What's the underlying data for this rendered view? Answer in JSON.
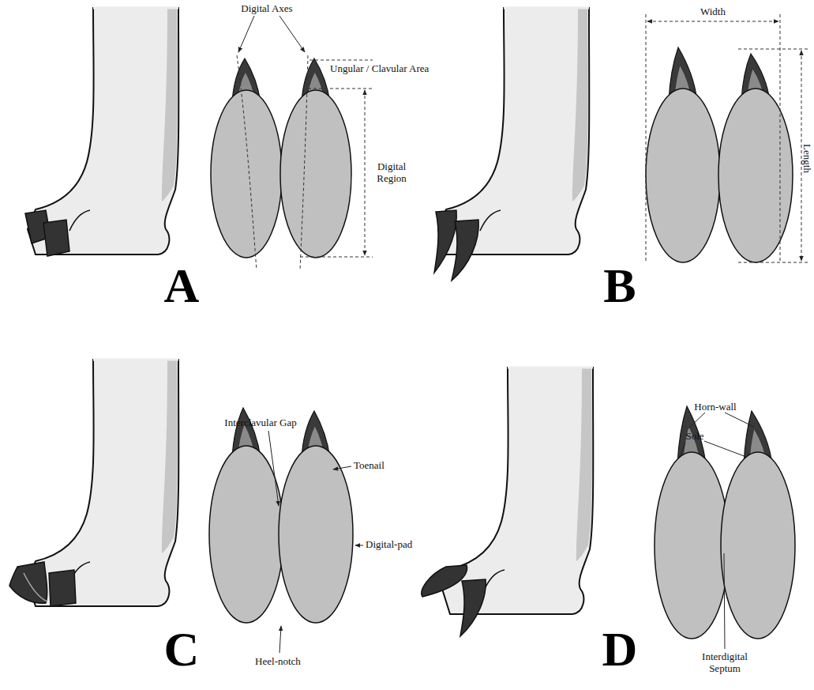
{
  "diagram": {
    "labels": [
      "A",
      "Digital Axes",
      "Ungular / Clavular Area",
      "Digital Region",
      "B",
      "Width",
      "Length",
      "C",
      "Interclavular Gap",
      "Toenail",
      "Digital-pad",
      "Heel-notch",
      "D",
      "Horn-wall",
      "Sole",
      "Interdigital Septum"
    ]
  }
}
